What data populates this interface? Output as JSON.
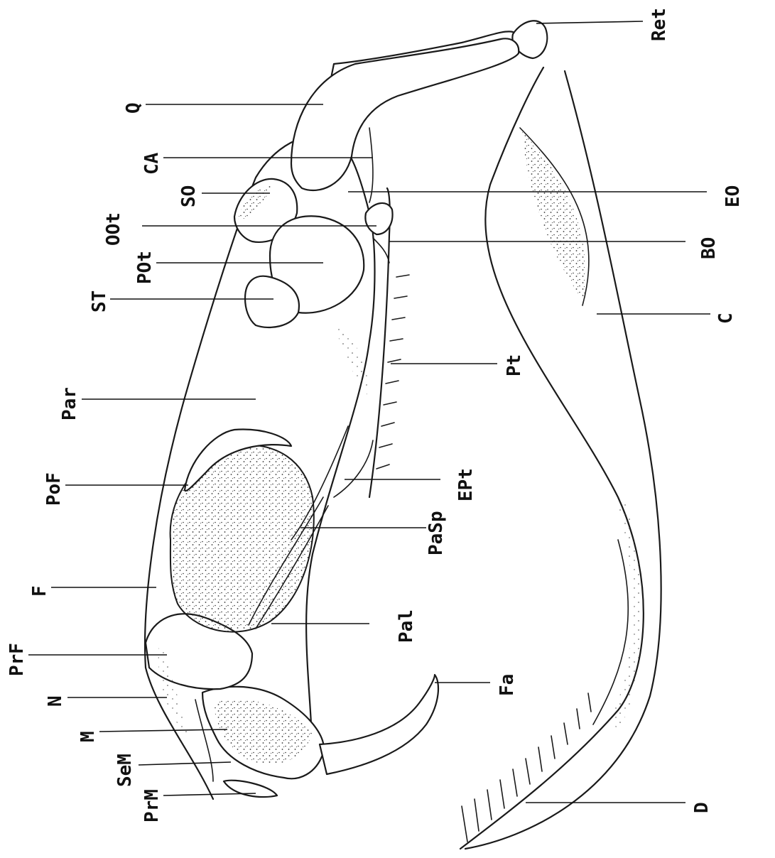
{
  "labels_left": [
    {
      "id": "PrM",
      "text": "PrM"
    },
    {
      "id": "SeM",
      "text": "SeM"
    },
    {
      "id": "M",
      "text": "M"
    },
    {
      "id": "N",
      "text": "N"
    },
    {
      "id": "PrF",
      "text": "PrF"
    },
    {
      "id": "F",
      "text": "F"
    },
    {
      "id": "PoF",
      "text": "PoF"
    },
    {
      "id": "Par",
      "text": "Par"
    },
    {
      "id": "ST",
      "text": "ST"
    },
    {
      "id": "POt",
      "text": "POt"
    },
    {
      "id": "OOt",
      "text": "OOt"
    },
    {
      "id": "SO",
      "text": "SO"
    },
    {
      "id": "CA",
      "text": "CA"
    },
    {
      "id": "Q",
      "text": "Q"
    }
  ],
  "labels_middle": [
    {
      "id": "Fa",
      "text": "Fa"
    },
    {
      "id": "Pal",
      "text": "Pal"
    },
    {
      "id": "PaSp",
      "text": "PaSp"
    },
    {
      "id": "EPt",
      "text": "EPt"
    },
    {
      "id": "Pt",
      "text": "Pt"
    }
  ],
  "labels_right": [
    {
      "id": "D",
      "text": "D"
    },
    {
      "id": "C",
      "text": "C"
    },
    {
      "id": "BO",
      "text": "BO"
    },
    {
      "id": "EO",
      "text": "EO"
    },
    {
      "id": "Ret",
      "text": "Ret"
    }
  ]
}
